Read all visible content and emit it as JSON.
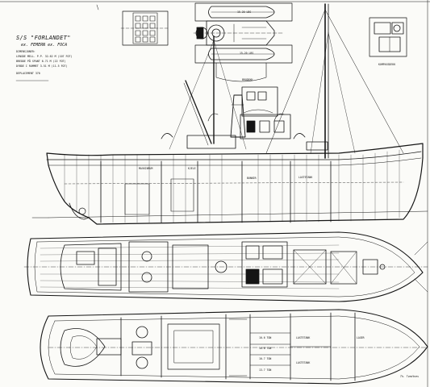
{
  "title_block": {
    "title": "S/S \"FORLANDET\"",
    "subtitle": "ex. FEMERN ex. FOCA",
    "dimensions_header": "DIMENSJONER:",
    "lines": [
      "LENGDE MELL. P.P. 32.62 M (107 FOT)",
      "BREDDE PÅ SPANT 6.71 M (22 FOT)",
      "DYBDE I RUMMET 3.51 M (11.5 FOT)",
      "DEPLACEMENT 370"
    ]
  },
  "plan_labels": {
    "boat_top": "15-20 LBS",
    "boat_bottom": "15-20 LBS",
    "bridge": "BRODEKK",
    "compass_deck": "KOMPASSDEKK",
    "engine_room": "MASKINRUM",
    "boiler": "KJELE",
    "bunkers": "BUNKER",
    "cargo_hold": "LASTETANK",
    "hold_aft": "LASTETANK",
    "tank_a": "10.6 TON",
    "tank_b": "16.8 TON",
    "tank_c": "10.7 TON",
    "tank_d": "13.7 TON",
    "hold_mid": "LASTETANK",
    "store": "LAGER",
    "signature": "Th. Tvedtnes"
  }
}
